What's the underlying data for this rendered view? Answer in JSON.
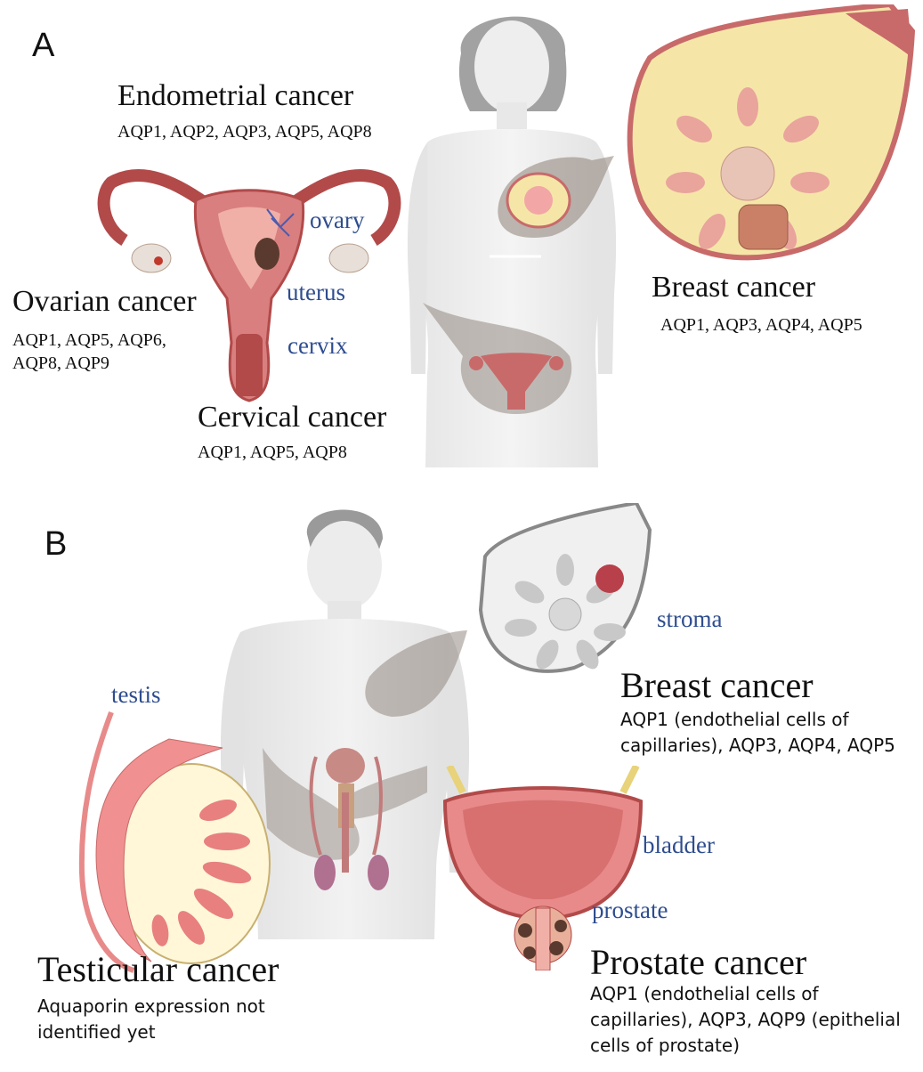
{
  "panel_a": {
    "letter": "A",
    "endometrial": {
      "title": "Endometrial cancer",
      "aqps": "AQP1, AQP2, AQP3, AQP5, AQP8"
    },
    "ovarian": {
      "title": "Ovarian cancer",
      "aqps": "AQP1, AQP5, AQP6, AQP8, AQP9"
    },
    "cervical": {
      "title": "Cervical cancer",
      "aqps": "AQP1, AQP5, AQP8"
    },
    "breast": {
      "title": "Breast cancer",
      "aqps": "AQP1, AQP3, AQP4, AQP5"
    },
    "labels": {
      "ovary": "ovary",
      "uterus": "uterus",
      "cervix": "cervix"
    }
  },
  "panel_b": {
    "letter": "B",
    "breast": {
      "title": "Breast cancer",
      "aqps": "AQP1 (endothelial cells of capillaries), AQP3, AQP4, AQP5"
    },
    "testicular": {
      "title": "Testicular  cancer",
      "aqps": "Aquaporin expression not identified yet"
    },
    "prostate": {
      "title": "Prostate cancer",
      "aqps": "AQP1 (endothelial cells of capillaries), AQP3, AQP9 (epithelial cells of prostate)"
    },
    "labels": {
      "stroma": "stroma",
      "testis": "testis",
      "bladder": "bladder",
      "prostate": "prostate"
    }
  },
  "colors": {
    "label_blue": "#2e4d8f",
    "skin_gray": "#ececec",
    "hair_gray": "#9a9a9a",
    "callout_gray": "#8c7f77",
    "tissue_red": "#c86a6a",
    "tissue_pink": "#f2a6a6",
    "fat_yellow": "#f5e6a8",
    "tumor_dark": "#6b3a2e"
  }
}
